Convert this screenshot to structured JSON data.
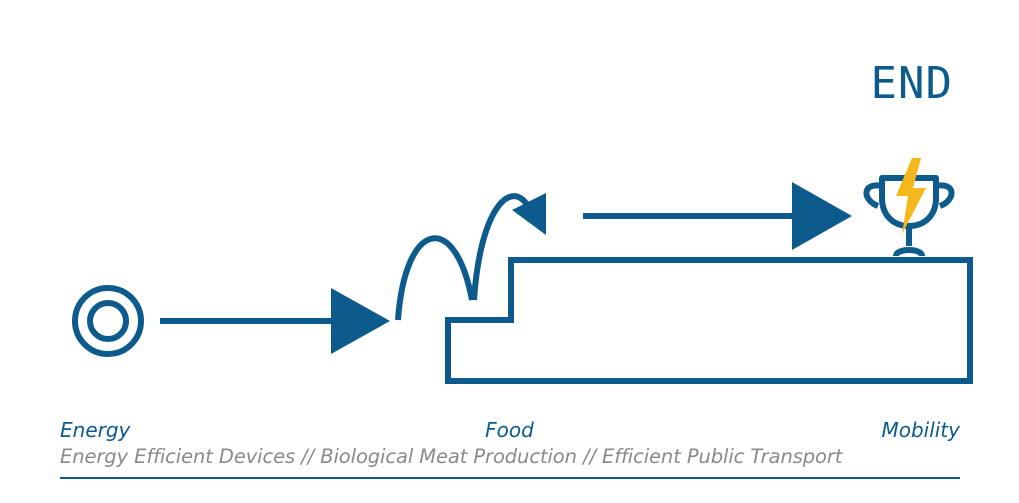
{
  "end_label": "END",
  "categories": {
    "left": "Energy",
    "middle": "Food",
    "right": "Mobility"
  },
  "subtitle": "Energy Efficient Devices // Biological Meat Production // Efficient Public Transport",
  "icons": {
    "start": "start-target-icon",
    "goal": "trophy-lightning-icon"
  },
  "colors": {
    "primary": "#0d5a8c",
    "subtitle": "#8a8a8a",
    "lightning": "#f5b81c",
    "background": "#ffffff"
  }
}
